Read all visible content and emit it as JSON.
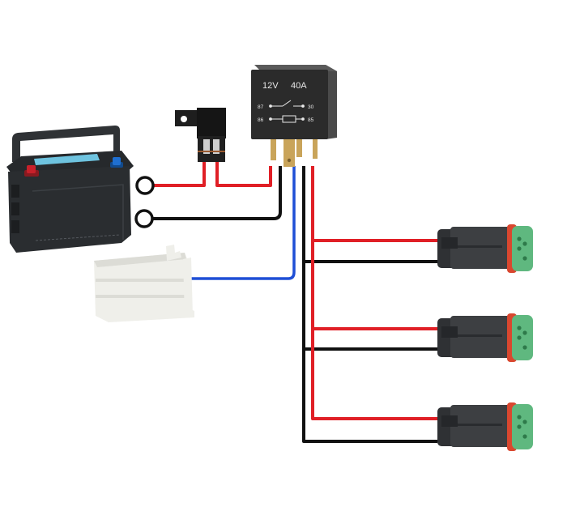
{
  "diagram": {
    "title": "Relay wiring harness diagram",
    "relay": {
      "voltage_label": "12V",
      "current_label": "40A",
      "pins": {
        "p87": "87",
        "p30": "30",
        "p86": "86",
        "p85": "85"
      }
    },
    "components": {
      "battery": "battery",
      "fuse_holder": "inline-fuse-holder",
      "switch_connector": "switch-connector",
      "output_connectors": [
        "dt-connector-1",
        "dt-connector-2",
        "dt-connector-3"
      ]
    },
    "colors": {
      "positive_wire": "#e01f26",
      "ground_wire": "#111111",
      "signal_wire": "#1f4fd6",
      "relay_body": "#2b2b2b",
      "battery_body": "#2a2d30",
      "battery_label": "#6ec3df",
      "battery_pos_terminal": "#c8202a",
      "battery_neg_terminal": "#1f6fd0",
      "connector_body": "#3d3f42",
      "connector_seal": "#d9472f",
      "connector_face": "#5fb87f",
      "switch_connector_body": "#efefea",
      "relay_pin": "#c9a45a"
    }
  }
}
